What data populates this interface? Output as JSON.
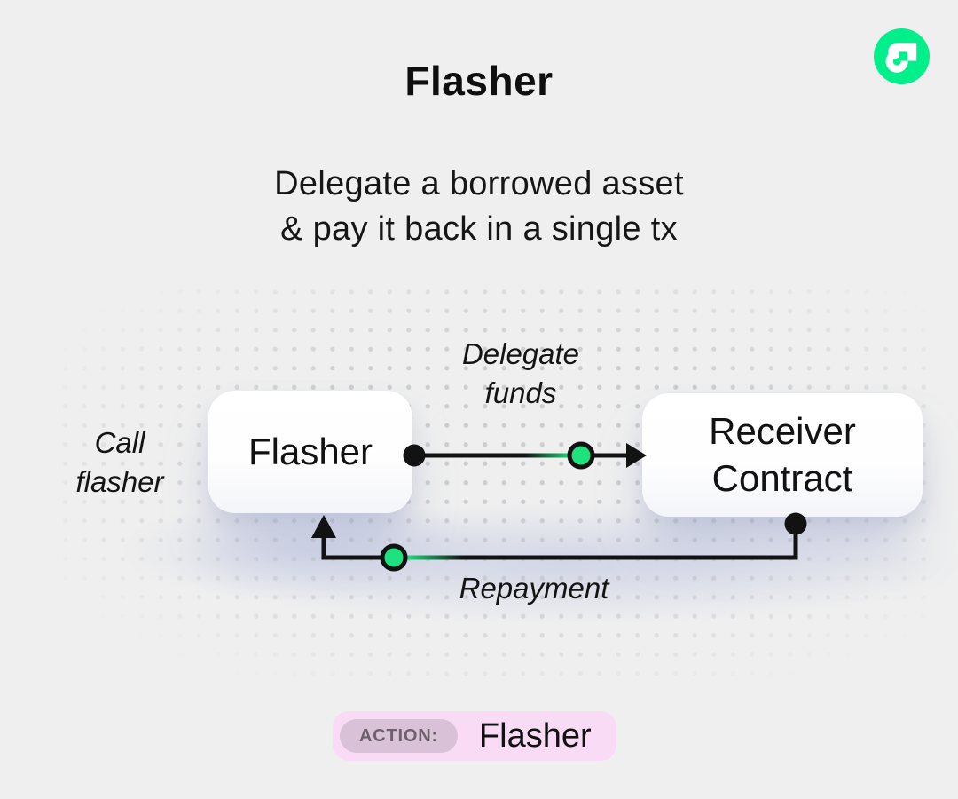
{
  "header": {
    "title": "Flasher",
    "subtitle_line1": "Delegate a borrowed asset",
    "subtitle_line2": "& pay it back in a single tx"
  },
  "brand": {
    "logo": "flow-logo",
    "flow_green": "#00EF8B",
    "accent_green": "#1EE27E",
    "line_black": "#121212",
    "background": "#EFEFEF",
    "badge_bg": "#F9DBF6",
    "badge_label_bg": "#D9C2D7",
    "dot_grid": "#C7C7CC"
  },
  "diagram": {
    "nodes": [
      {
        "id": "flasher",
        "label": "Flasher"
      },
      {
        "id": "receiver-contract",
        "label": "Receiver Contract"
      }
    ],
    "edges": [
      {
        "id": "delegate-funds",
        "from": "Flasher",
        "to": "Receiver Contract",
        "label": "Delegate funds"
      },
      {
        "id": "repayment",
        "from": "Receiver Contract",
        "to": "Flasher",
        "label": "Repayment"
      }
    ],
    "call_label": "Call flasher"
  },
  "footer": {
    "action_label": "ACTION:",
    "action_value": "Flasher"
  }
}
